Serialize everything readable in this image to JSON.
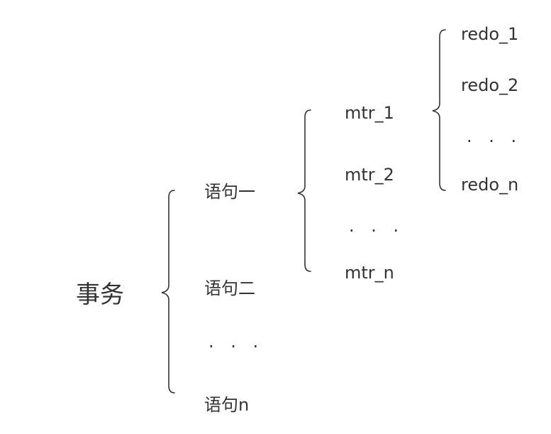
{
  "root": {
    "label": "事务"
  },
  "level1": {
    "items": [
      "语句一",
      "语句二",
      "语句n"
    ],
    "ellipsis": "· · ·"
  },
  "level2": {
    "items": [
      "mtr_1",
      "mtr_2",
      "mtr_n"
    ],
    "ellipsis": "· · ·"
  },
  "level3": {
    "items": [
      "redo_1",
      "redo_2",
      "redo_n"
    ],
    "ellipsis": "· · ·"
  },
  "colors": {
    "line": "#333333",
    "text": "#333333",
    "background": "#ffffff"
  }
}
